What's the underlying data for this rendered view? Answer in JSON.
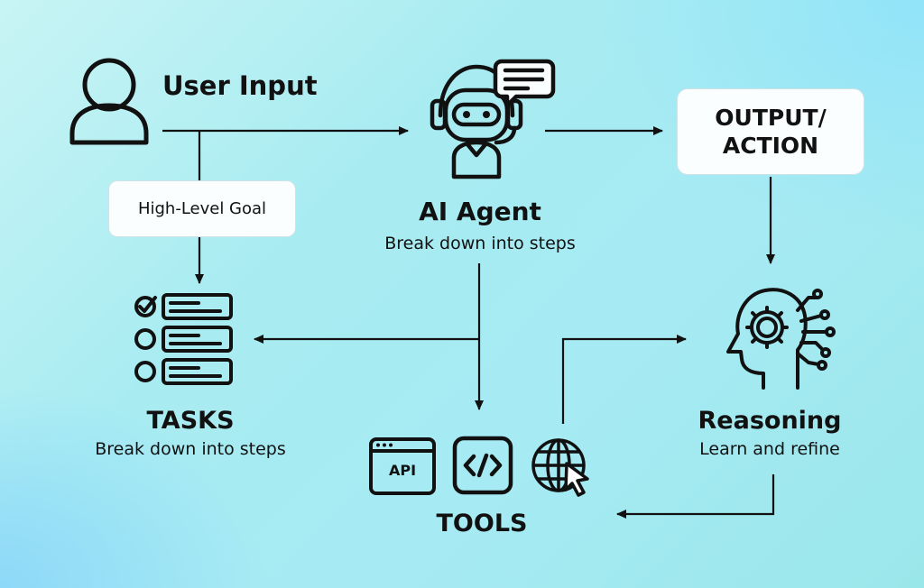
{
  "user": {
    "label": "User Input"
  },
  "goal": {
    "label": "High-Level Goal"
  },
  "agent": {
    "title": "AI Agent",
    "subtitle": "Break down into steps"
  },
  "output": {
    "line1": "OUTPUT/",
    "line2": "ACTION"
  },
  "tasks": {
    "title": "TASKS",
    "subtitle": "Break down into steps"
  },
  "tools": {
    "title": "TOOLS",
    "api_label": "API"
  },
  "reasoning": {
    "title": "Reasoning",
    "subtitle": "Learn and refine"
  },
  "colors": {
    "ink": "#111111",
    "card": "#fafefe",
    "background": "#a8ecf2"
  }
}
